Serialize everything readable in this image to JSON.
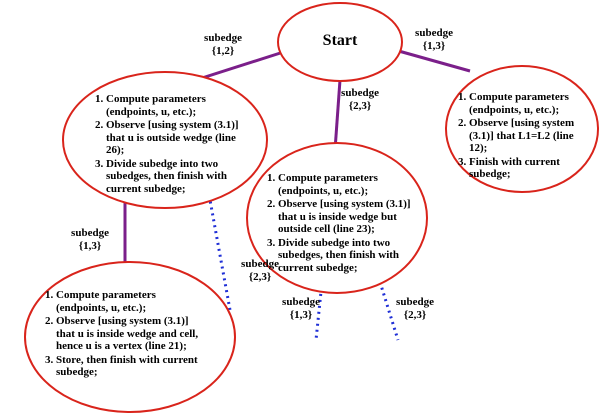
{
  "colors": {
    "ellipse": "#d9241b",
    "edge_solid": "#7b1f8a",
    "edge_dotted": "#1f2fd6"
  },
  "start": {
    "label": "Start"
  },
  "edges": {
    "e12": {
      "line1": "subedge",
      "line2": "{1,2}"
    },
    "e13_top": {
      "line1": "subedge",
      "line2": "{1,3}"
    },
    "e23_mid": {
      "line1": "subedge",
      "line2": "{2,3}"
    },
    "e13_left": {
      "line1": "subedge",
      "line2": "{1,3}"
    },
    "e23_left": {
      "line1": "subedge",
      "line2": "{2,3}"
    },
    "e13_bottom": {
      "line1": "subedge",
      "line2": "{1,3}"
    },
    "e23_bottom": {
      "line1": "subedge",
      "line2": "{2,3}"
    }
  },
  "nodes": {
    "left": {
      "step1": "Compute parameters (endpoints, u, etc.);",
      "step2": "Observe [using system (3.1)] that u is outside wedge (line 26);",
      "step3": "Divide subedge into two subedges, then finish with current subedge;"
    },
    "middle": {
      "step1": "Compute parameters (endpoints, u, etc.);",
      "step2": "Observe [using system (3.1)] that u is inside wedge but outside cell (line 23);",
      "step3": "Divide subedge into two subedges, then finish with current subedge;"
    },
    "right": {
      "step1": "Compute parameters (endpoints, u, etc.);",
      "step2": "Observe [using system (3.1)] that L1=L2 (line 12);",
      "step3": "Finish with current subedge;"
    },
    "bottom": {
      "step1": "Compute parameters (endpoints, u, etc.);",
      "step2": "Observe [using system (3.1)] that u is inside wedge and cell, hence u is a vertex (line 21);",
      "step3": "Store, then finish with current subedge;"
    }
  }
}
